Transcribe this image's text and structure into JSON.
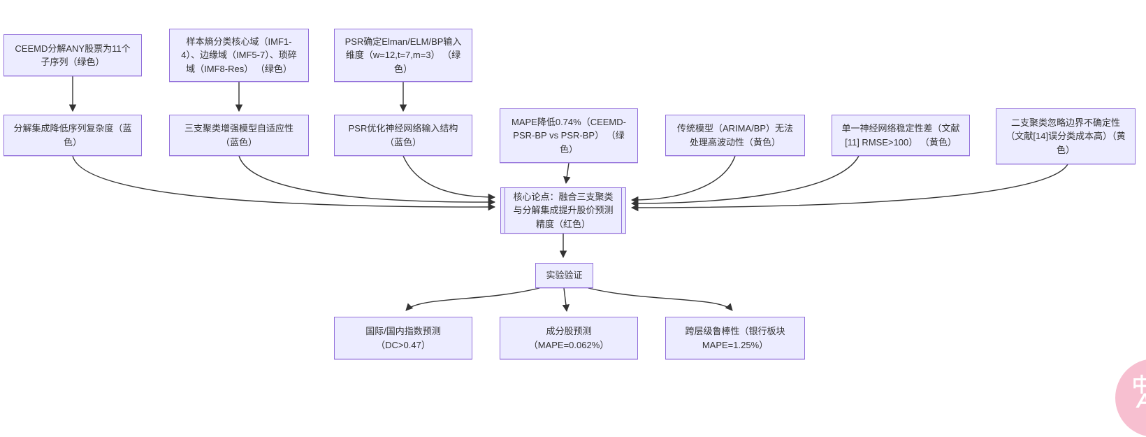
{
  "colors": {
    "node_fill": "#ECECFF",
    "node_border": "#9370DB",
    "edge": "#333333",
    "text": "#333333",
    "badge_bg": "#F7BFD0",
    "badge_fg": "#FFFFFF"
  },
  "diagram": {
    "type": "flowchart",
    "direction": "top-down",
    "nodes": {
      "ceemd": {
        "label": "CEEMD分解ANY股票为11个子序列（绿色）"
      },
      "entropy": {
        "label": "样本熵分类核心域（IMF1-4）、边缘域（IMF5-7）、琐碎域（IMF8-Res） （绿色）"
      },
      "psr_input": {
        "label": "PSR确定Elman/ELM/BP输入维度（w=12,t=7,m=3） （绿色）"
      },
      "decomp": {
        "label": "分解集成降低序列复杂度（蓝色）"
      },
      "three_way": {
        "label": "三支聚类增强模型自适应性（蓝色）"
      },
      "psr_opt": {
        "label": "PSR优化神经网络输入结构（蓝色）"
      },
      "mape": {
        "label": "MAPE降低0.74%（CEEMD-PSR-BP vs PSR-BP） （绿色）"
      },
      "traditional": {
        "label": "传统模型（ARIMA/BP）无法处理高波动性（黄色）"
      },
      "single_nn": {
        "label": "单一神经网络稳定性差（文献[11] RMSE>100） （黄色）"
      },
      "two_way": {
        "label": "二支聚类忽略边界不确定性（文献[14]误分类成本高）（黄色）"
      },
      "core": {
        "label": "核心论点：融合三支聚类与分解集成提升股价预测精度（红色）"
      },
      "experiment": {
        "label": "实验验证"
      },
      "index_pred": {
        "label": "国际/国内指数预测（DC>0.47）"
      },
      "component_pred": {
        "label": "成分股预测（MAPE=0.062%）"
      },
      "robustness": {
        "label": "跨层级鲁棒性（银行板块 MAPE=1.25%）"
      }
    },
    "edges": [
      {
        "from": "ceemd",
        "to": "decomp"
      },
      {
        "from": "entropy",
        "to": "three_way"
      },
      {
        "from": "psr_input",
        "to": "psr_opt"
      },
      {
        "from": "decomp",
        "to": "core"
      },
      {
        "from": "three_way",
        "to": "core"
      },
      {
        "from": "psr_opt",
        "to": "core"
      },
      {
        "from": "mape",
        "to": "core"
      },
      {
        "from": "traditional",
        "to": "core"
      },
      {
        "from": "single_nn",
        "to": "core"
      },
      {
        "from": "two_way",
        "to": "core"
      },
      {
        "from": "core",
        "to": "experiment"
      },
      {
        "from": "experiment",
        "to": "index_pred"
      },
      {
        "from": "experiment",
        "to": "component_pred"
      },
      {
        "from": "experiment",
        "to": "robustness"
      }
    ]
  },
  "overlay": {
    "translate_button": {
      "zh": "中",
      "a": "A"
    }
  }
}
